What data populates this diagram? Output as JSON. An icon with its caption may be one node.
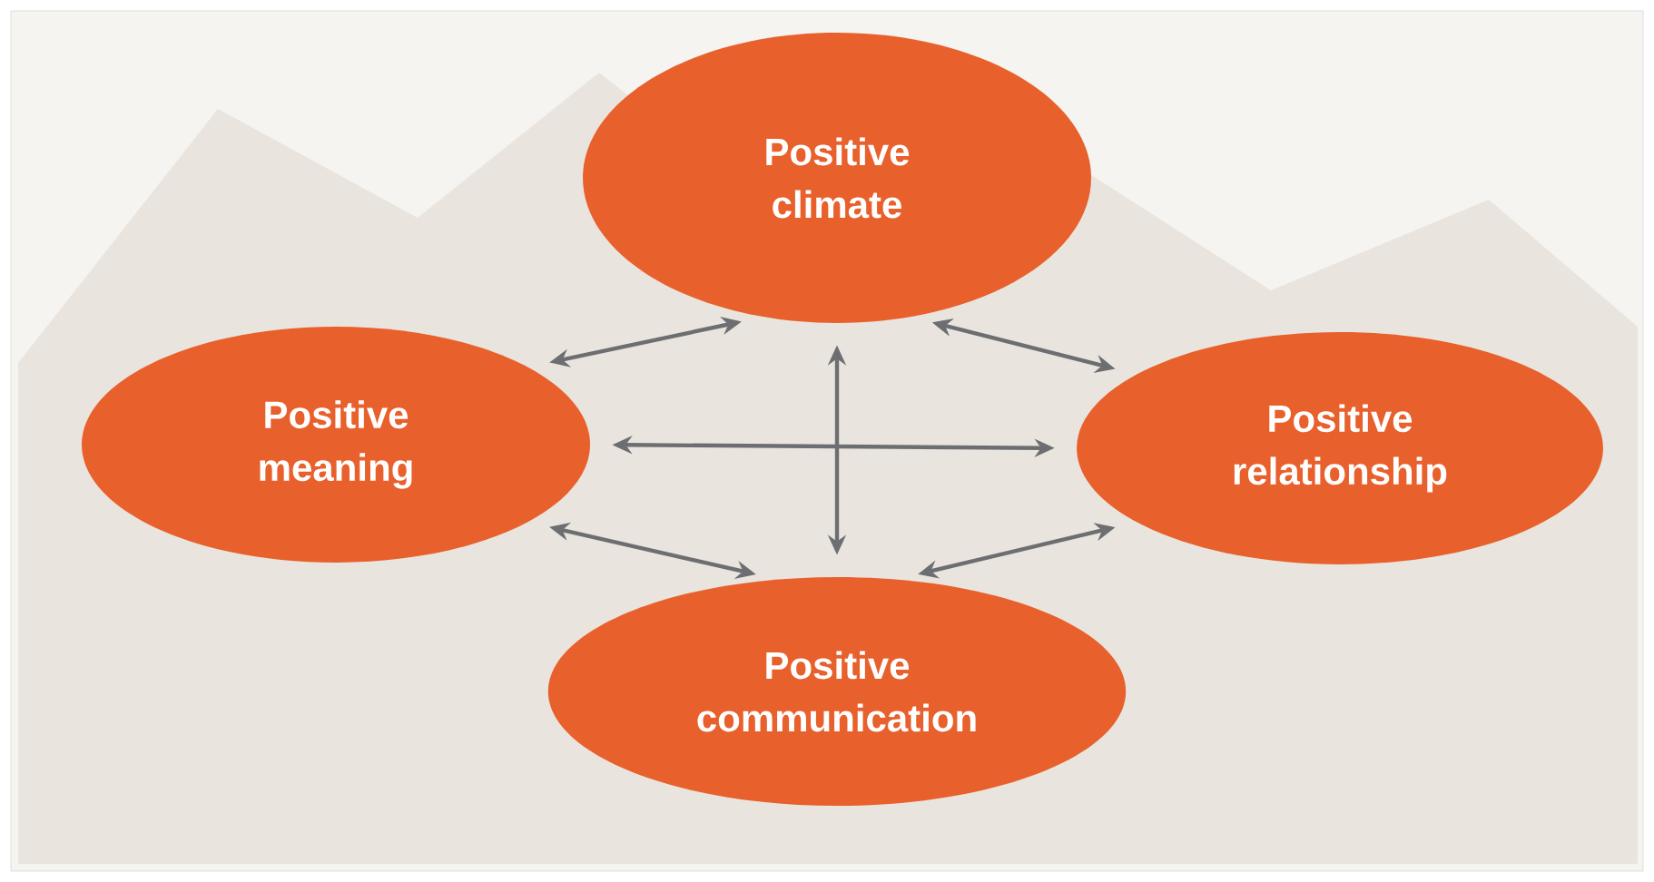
{
  "diagram": {
    "nodes": [
      {
        "text": [
          "Positive climate"
        ]
      },
      {
        "text": [
          "Positive meaning"
        ]
      },
      {
        "text": [
          "Positive relationship"
        ]
      },
      {
        "text": [
          "Positive communication"
        ]
      }
    ],
    "edges": [
      {
        "from": 1,
        "to": 0,
        "arrow": "both"
      },
      {
        "from": 0,
        "to": 2,
        "arrow": "both"
      },
      {
        "from": 1,
        "to": 2,
        "arrow": "both"
      },
      {
        "from": 0,
        "to": 3,
        "arrow": "both"
      },
      {
        "from": 1,
        "to": 3,
        "arrow": "both"
      },
      {
        "from": 2,
        "to": 3,
        "arrow": "both"
      }
    ]
  }
}
